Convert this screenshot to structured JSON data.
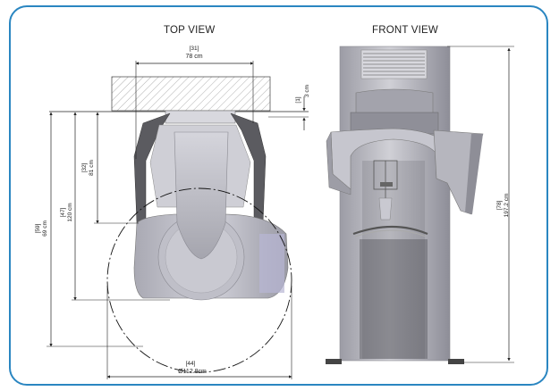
{
  "titles": {
    "top_view": "TOP VIEW",
    "front_view": "FRONT VIEW"
  },
  "dimensions": {
    "top_width": {
      "inches": "[31]",
      "cm": "78  cm"
    },
    "top_depth": {
      "inches": "[1]",
      "cm": "3  cm"
    },
    "arm_depth": {
      "inches": "[32]",
      "cm": "81  cm"
    },
    "body_depth": {
      "inches": "[47]",
      "cm": "120 cm"
    },
    "total_depth": {
      "inches": "[59]",
      "cm": "69 cm"
    },
    "rotation_diameter": {
      "inches": "[44]",
      "cm": "Ø112.8cm"
    },
    "front_height": {
      "inches": "[78]",
      "cm": "197.2 cm"
    }
  },
  "colors": {
    "frame": "#2a86c1",
    "unit_light": "#c8c8d0",
    "unit_dark": "#5a5a60",
    "column": "#b5b5bd"
  }
}
